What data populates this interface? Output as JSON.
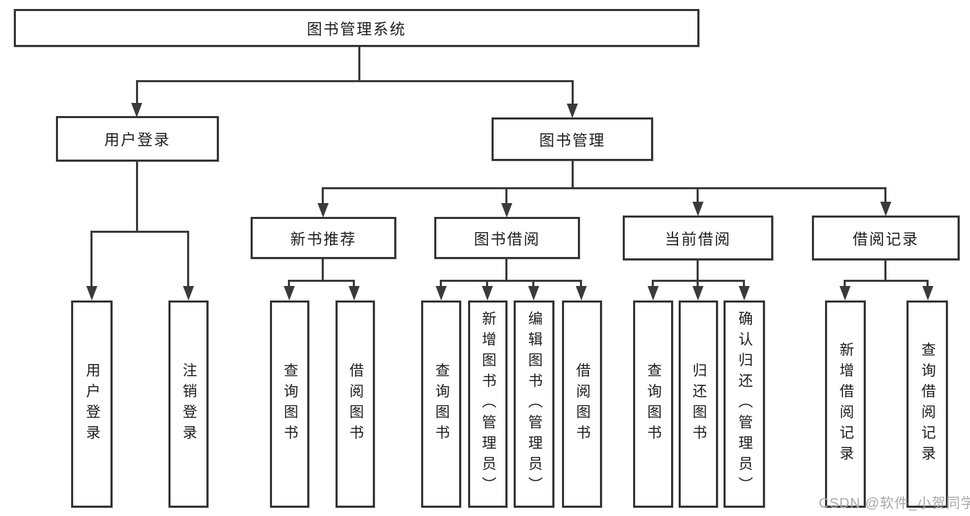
{
  "diagram": {
    "root": {
      "id": "library-management-system",
      "label": "图书管理系统"
    },
    "level2": [
      {
        "id": "user-login",
        "label": "用户登录"
      },
      {
        "id": "book-management",
        "label": "图书管理"
      }
    ],
    "level3": [
      {
        "id": "new-book-recommend",
        "label": "新书推荐",
        "parent": "图书管理"
      },
      {
        "id": "book-borrow",
        "label": "图书借阅",
        "parent": "图书管理"
      },
      {
        "id": "current-borrow",
        "label": "当前借阅",
        "parent": "图书管理"
      },
      {
        "id": "borrow-records",
        "label": "借阅记录",
        "parent": "图书管理"
      }
    ],
    "leaves": [
      {
        "id": "user-login-leaf",
        "label": "用户登录",
        "parent": "用户登录"
      },
      {
        "id": "logout-login",
        "label": "注销登录",
        "parent": "用户登录"
      },
      {
        "id": "query-books-recommend",
        "label": "查询图书",
        "parent": "新书推荐"
      },
      {
        "id": "borrow-books-recommend",
        "label": "借阅图书",
        "parent": "新书推荐"
      },
      {
        "id": "query-books-borrow",
        "label": "查询图书",
        "parent": "图书借阅"
      },
      {
        "id": "add-books-admin",
        "label": "新增图书（管理员）",
        "parent": "图书借阅"
      },
      {
        "id": "edit-books-admin",
        "label": "编辑图书（管理员）",
        "parent": "图书借阅"
      },
      {
        "id": "borrow-books",
        "label": "借阅图书",
        "parent": "图书借阅"
      },
      {
        "id": "query-books-current",
        "label": "查询图书",
        "parent": "当前借阅"
      },
      {
        "id": "return-books",
        "label": "归还图书",
        "parent": "当前借阅"
      },
      {
        "id": "confirm-return-admin",
        "label": "确认归还（管理员）",
        "parent": "当前借阅"
      },
      {
        "id": "add-borrow-record",
        "label": "新增借阅记录",
        "parent": "借阅记录"
      },
      {
        "id": "query-borrow-record",
        "label": "查询借阅记录",
        "parent": "借阅记录"
      }
    ]
  },
  "watermark": {
    "text": "CSDN @软件_小贺同学"
  },
  "colors": {
    "line": "#3a3a3a",
    "border": "#343434",
    "text": "#1d1d1d",
    "background": "#ffffff",
    "watermark": "#a9a9a9"
  }
}
